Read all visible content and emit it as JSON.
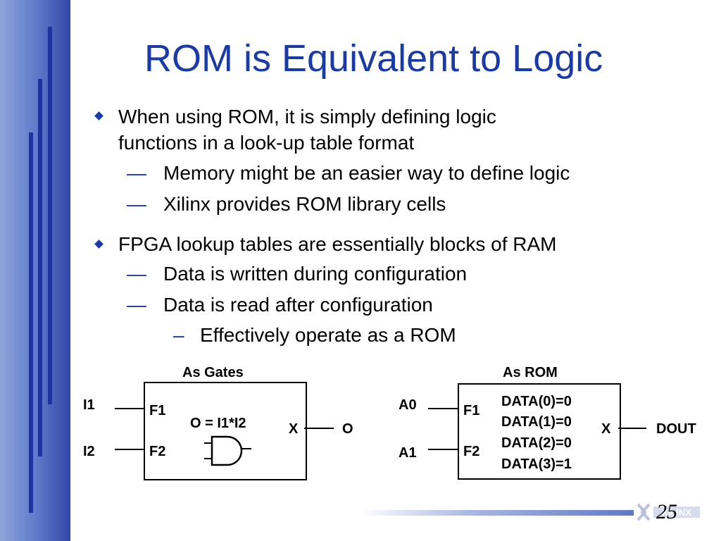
{
  "title": "ROM is Equivalent to Logic",
  "bullets": [
    {
      "text_line1": "When using ROM, it is simply defining logic",
      "text_line2": "functions in a look-up table format",
      "sub": [
        "Memory might be an easier way to define logic",
        "Xilinx provides ROM library cells"
      ]
    },
    {
      "text": "FPGA lookup tables are essentially blocks of RAM",
      "sub": [
        "Data is written during configuration",
        "Data is read after configuration"
      ],
      "subsub": [
        "Effectively operate as a ROM"
      ]
    }
  ],
  "dash_glyph": "—",
  "endash_glyph": "–",
  "diagram_gates": {
    "heading": "As Gates",
    "in1": "I1",
    "in2": "I2",
    "port1": "F1",
    "port2": "F2",
    "equation": "O = I1*I2",
    "out_port": "X",
    "output": "O",
    "gate_icon": "and-gate-icon"
  },
  "diagram_rom": {
    "heading": "As ROM",
    "in1": "A0",
    "in2": "A1",
    "port1": "F1",
    "port2": "F2",
    "data": [
      "DATA(0)=0",
      "DATA(1)=0",
      "DATA(2)=0",
      "DATA(3)=1"
    ],
    "out_port": "X",
    "output": "DOUT"
  },
  "page_number": "25",
  "logo": "XILINX",
  "colors": {
    "accent": "#1a3aa8",
    "sidebar": "#5c78c8"
  }
}
